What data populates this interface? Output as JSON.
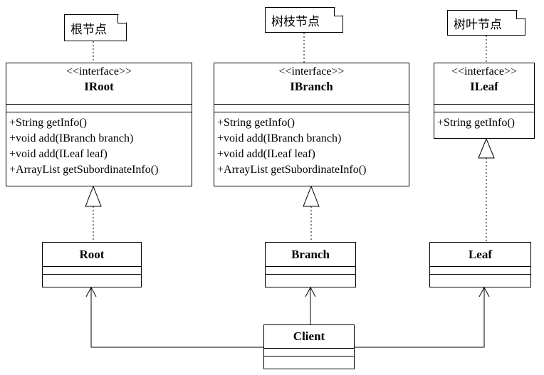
{
  "notes": {
    "root": "根节点",
    "branch": "树枝节点",
    "leaf": "树叶节点"
  },
  "interfaces": {
    "root": {
      "stereotype": "<<interface>>",
      "name": "IRoot",
      "operations": [
        "+String getInfo()",
        "+void add(IBranch branch)",
        "+void add(ILeaf leaf)",
        "+ArrayList getSubordinateInfo()"
      ]
    },
    "branch": {
      "stereotype": "<<interface>>",
      "name": "IBranch",
      "operations": [
        "+String getInfo()",
        "+void add(IBranch branch)",
        "+void add(ILeaf leaf)",
        "+ArrayList getSubordinateInfo()"
      ]
    },
    "leaf": {
      "stereotype": "<<interface>>",
      "name": "ILeaf",
      "operations": [
        "+String getInfo()"
      ]
    }
  },
  "classes": {
    "root": "Root",
    "branch": "Branch",
    "leaf": "Leaf",
    "client": "Client"
  }
}
